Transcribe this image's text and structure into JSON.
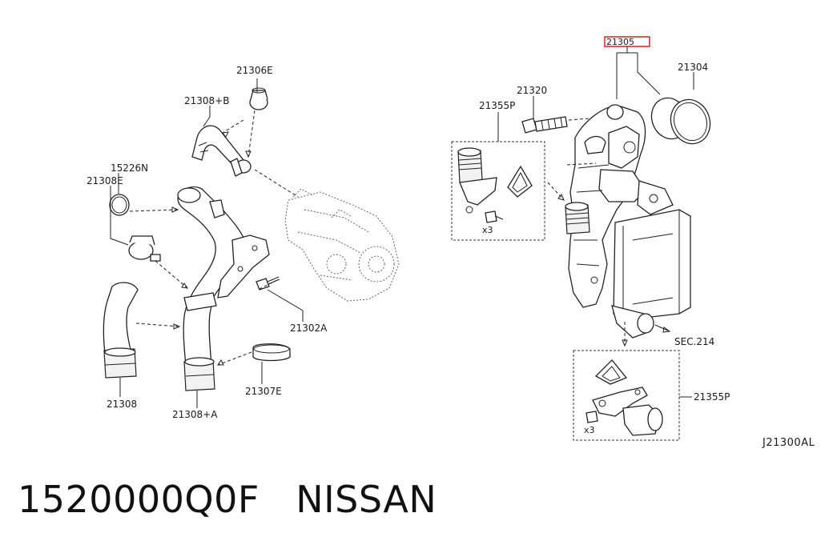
{
  "labels": {
    "p21306E": "21306E",
    "p21308B": "21308+B",
    "p15226N": "15226N",
    "p21308E": "21308E",
    "p21302A": "21302A",
    "p21307E": "21307E",
    "p21308": "21308",
    "p21308A": "21308+A",
    "p21305": "21305",
    "p21304": "21304",
    "p21320": "21320",
    "p21355P_top": "21355P",
    "p21355P_bottom": "21355P",
    "sec214": "SEC.214",
    "qty_top": "x3",
    "qty_bottom": "x3"
  },
  "diagram_ref": "J21300AL",
  "caption": {
    "part_number": "1520000Q0F",
    "brand": "NISSAN"
  },
  "highlight_color": "#e02020"
}
